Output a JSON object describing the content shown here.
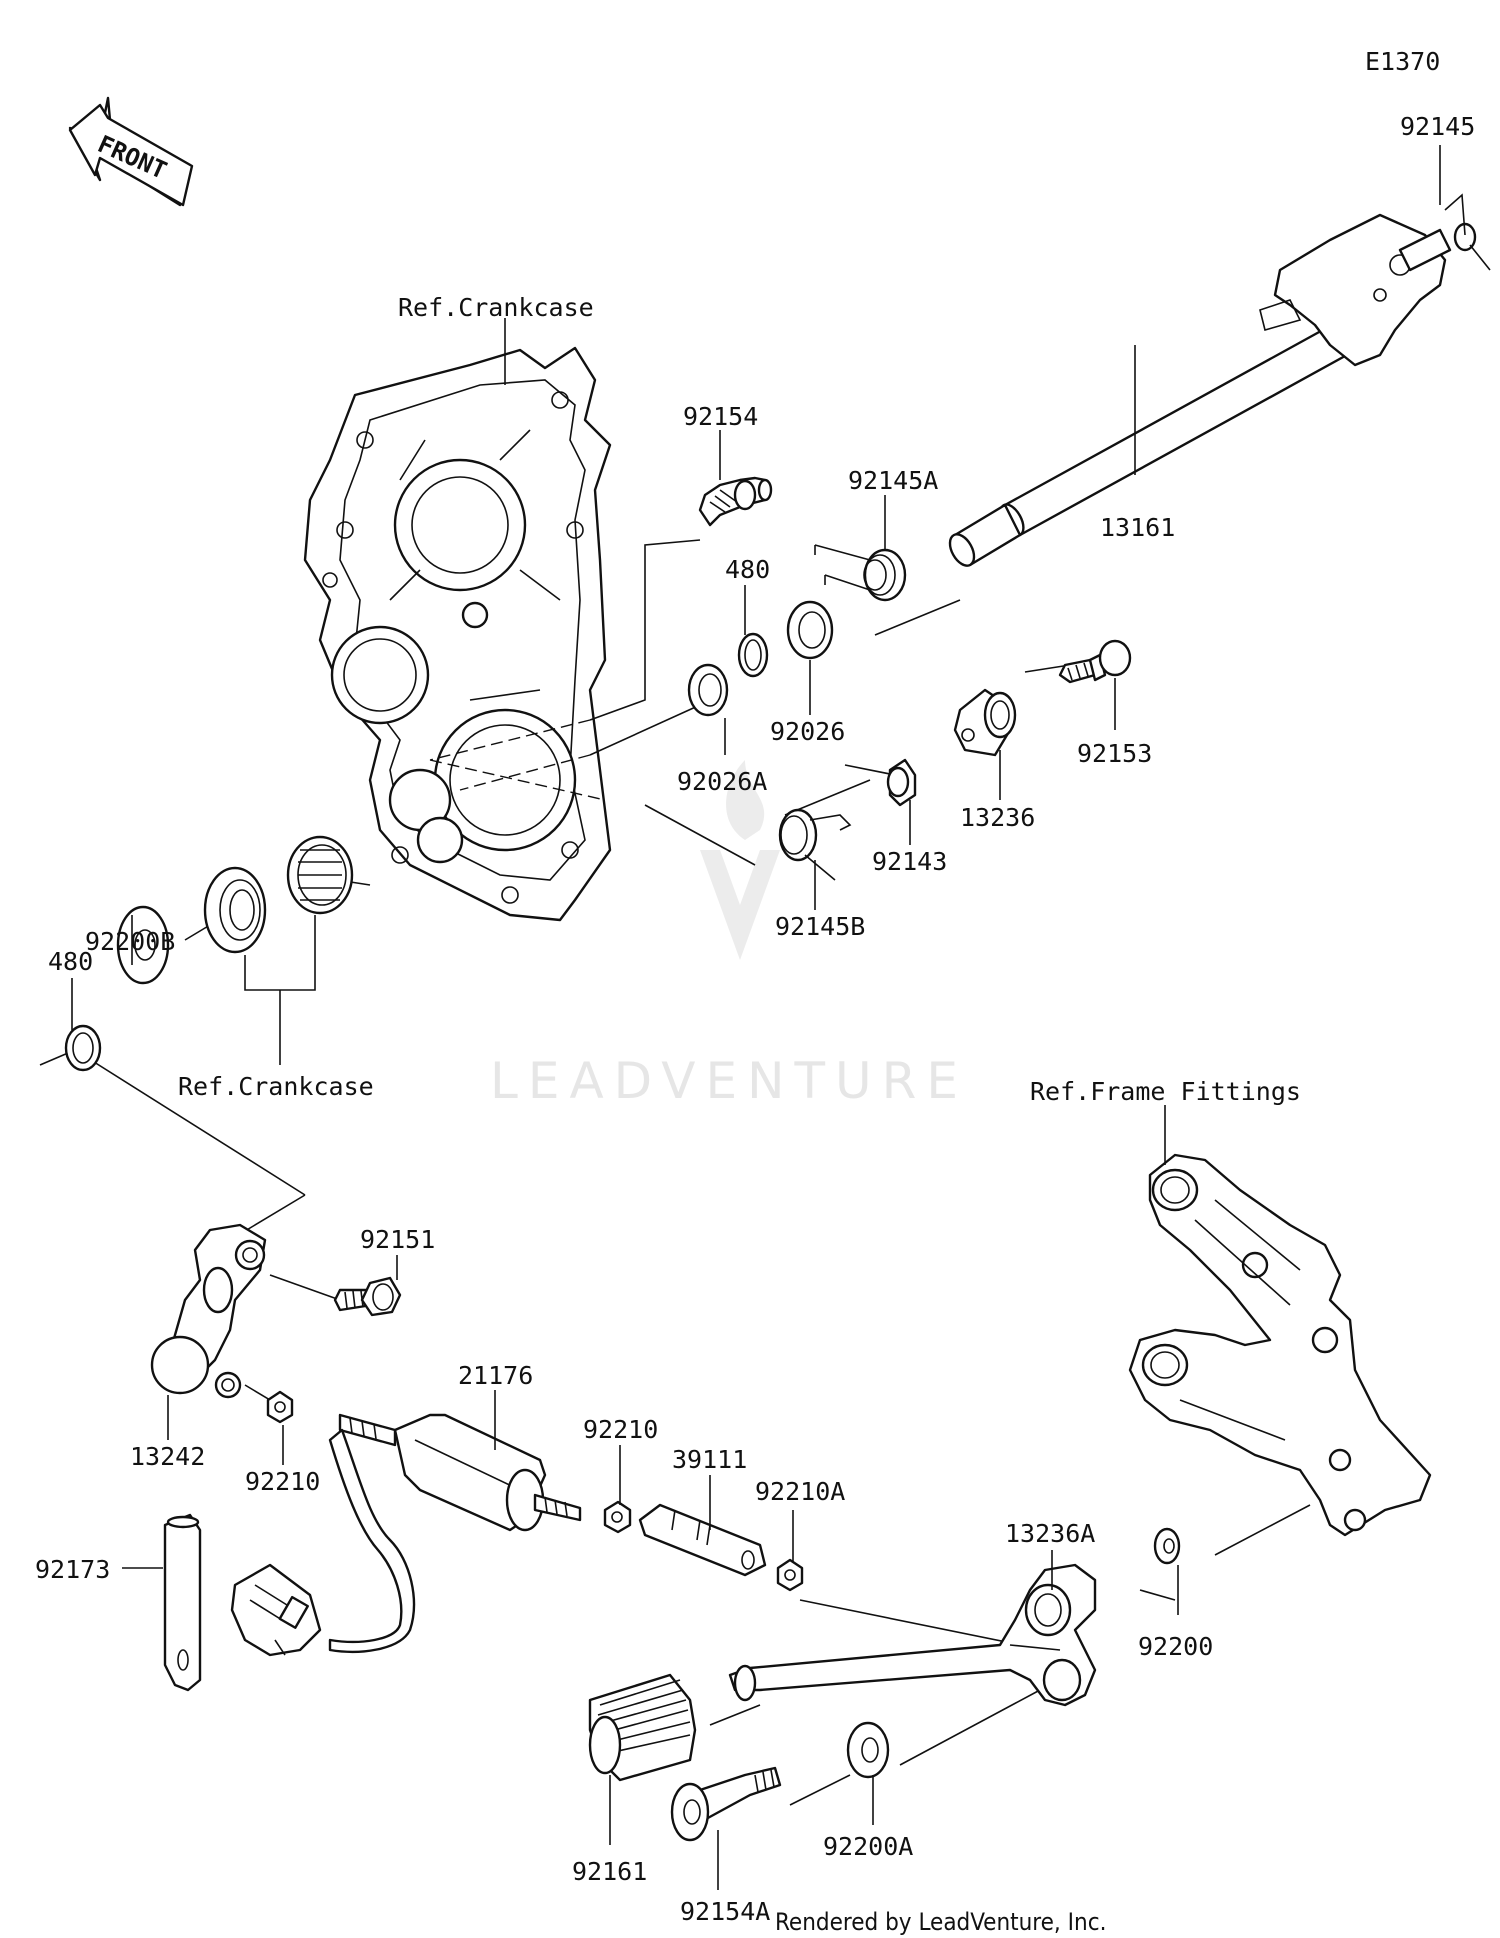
{
  "diagram_code": "E1370",
  "front_arrow_text": "FRONT",
  "watermark_text": "LEADVENTURE",
  "credit": "Rendered by LeadVenture, Inc.",
  "reference_labels": {
    "crankcase_top": "Ref.Crankcase",
    "crankcase_bottom": "Ref.Crankcase",
    "frame_fittings": "Ref.Frame Fittings"
  },
  "part_labels": {
    "p92145": "92145",
    "p92154": "92154",
    "p92145A": "92145A",
    "p13161": "13161",
    "p480_top": "480",
    "p92026": "92026",
    "p92026A": "92026A",
    "p92153": "92153",
    "p13236": "13236",
    "p92143": "92143",
    "p92145B": "92145B",
    "p92200B": "92200B",
    "p480_left": "480",
    "p92151": "92151",
    "p13242": "13242",
    "p92210_left": "92210",
    "p21176": "21176",
    "p92210": "92210",
    "p39111": "39111",
    "p92210A": "92210A",
    "p13236A": "13236A",
    "p92173": "92173",
    "p92200": "92200",
    "p92161": "92161",
    "p92200A": "92200A",
    "p92154A": "92154A"
  }
}
